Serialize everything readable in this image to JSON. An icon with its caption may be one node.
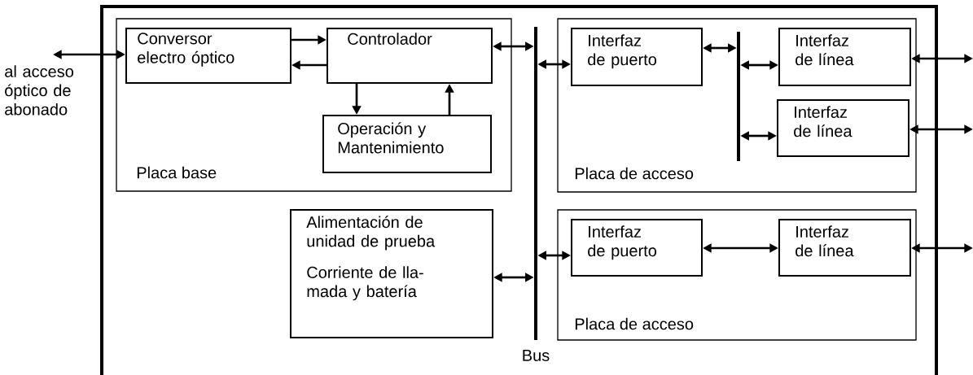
{
  "diagram": {
    "nodes": [
      {
        "text": [],
        "shape": "box"
      },
      {
        "text": [
          "Placa base"
        ],
        "in": 0
      },
      {
        "text": [
          "Conversor electro óptico"
        ],
        "in": 1
      },
      {
        "text": [
          "Controlador"
        ],
        "in": 1
      },
      {
        "text": [
          "Operación y Mantenimiento"
        ],
        "in": 1
      },
      {
        "text": [],
        "shape": "bar",
        "beside": [
          "Bus"
        ],
        "in": 0
      },
      {
        "text": [
          "Placa de acceso"
        ],
        "in": 0
      },
      {
        "text": [
          "Interfaz de puerto"
        ],
        "in": 6
      },
      {
        "text": [],
        "shape": "bar",
        "in": 6
      },
      {
        "text": [
          "Interfaz de línea"
        ],
        "in": 6
      },
      {
        "text": [
          "Interfaz de línea"
        ],
        "in": 6
      },
      {
        "text": [
          "Alimentación de unidad de prueba",
          "Corriente de lla-mada y batería"
        ],
        "in": 0
      },
      {
        "text": [
          "Placa de acceso"
        ],
        "in": 0
      },
      {
        "text": [
          "Interfaz de puerto"
        ],
        "in": 12
      },
      {
        "text": [
          "Interfaz de línea"
        ],
        "in": 12
      },
      {
        "text": [
          "al acceso óptico de abonado"
        ]
      }
    ],
    "edges": [
      {
        "from": 15,
        "to": 2,
        "arrow": "both"
      },
      {
        "from": 2,
        "to": 3,
        "arrow": "to"
      },
      {
        "from": 3,
        "to": 2,
        "arrow": "to"
      },
      {
        "from": 3,
        "to": 4,
        "arrow": "to"
      },
      {
        "from": 4,
        "to": 3,
        "arrow": "to"
      },
      {
        "from": 3,
        "to": 5,
        "arrow": "both"
      },
      {
        "from": 5,
        "to": 7,
        "arrow": "both"
      },
      {
        "from": 7,
        "to": 8,
        "arrow": "both"
      },
      {
        "from": 8,
        "to": 9,
        "arrow": "both"
      },
      {
        "from": 8,
        "to": 10,
        "arrow": "both"
      },
      {
        "from": 9,
        "to": null,
        "arrow": "both"
      },
      {
        "from": 10,
        "to": null,
        "arrow": "both"
      },
      {
        "from": 11,
        "to": 5,
        "arrow": "both"
      },
      {
        "from": 5,
        "to": 13,
        "arrow": "both"
      },
      {
        "from": 13,
        "to": 14,
        "arrow": "both"
      },
      {
        "from": 14,
        "to": null,
        "arrow": "both"
      }
    ]
  }
}
